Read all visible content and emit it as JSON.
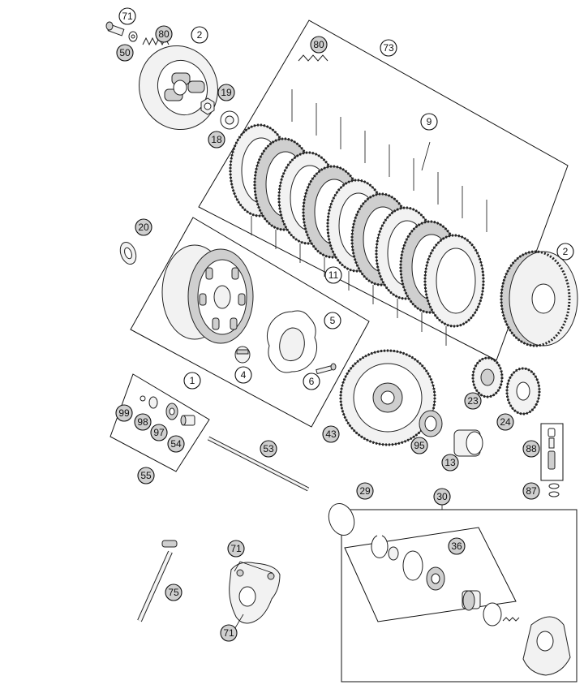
{
  "diagram": {
    "callouts": [
      {
        "id": "c71a",
        "label": "71",
        "filled": false
      },
      {
        "id": "c80a",
        "label": "80",
        "filled": true
      },
      {
        "id": "c2a",
        "label": "2",
        "filled": false
      },
      {
        "id": "c50",
        "label": "50",
        "filled": true
      },
      {
        "id": "c19",
        "label": "19",
        "filled": true
      },
      {
        "id": "c18",
        "label": "18",
        "filled": true
      },
      {
        "id": "c80b",
        "label": "80",
        "filled": true
      },
      {
        "id": "c73",
        "label": "73",
        "filled": false
      },
      {
        "id": "c9",
        "label": "9",
        "filled": false
      },
      {
        "id": "c20",
        "label": "20",
        "filled": true
      },
      {
        "id": "c11",
        "label": "11",
        "filled": false
      },
      {
        "id": "c2b",
        "label": "2",
        "filled": false
      },
      {
        "id": "c5",
        "label": "5",
        "filled": false
      },
      {
        "id": "c4",
        "label": "4",
        "filled": false
      },
      {
        "id": "c6",
        "label": "6",
        "filled": false
      },
      {
        "id": "c1",
        "label": "1",
        "filled": false
      },
      {
        "id": "c99",
        "label": "99",
        "filled": true
      },
      {
        "id": "c98",
        "label": "98",
        "filled": true
      },
      {
        "id": "c97",
        "label": "97",
        "filled": true
      },
      {
        "id": "c54",
        "label": "54",
        "filled": true
      },
      {
        "id": "c55",
        "label": "55",
        "filled": true
      },
      {
        "id": "c53",
        "label": "53",
        "filled": true
      },
      {
        "id": "c43",
        "label": "43",
        "filled": true
      },
      {
        "id": "c23",
        "label": "23",
        "filled": true
      },
      {
        "id": "c24",
        "label": "24",
        "filled": true
      },
      {
        "id": "c95",
        "label": "95",
        "filled": true
      },
      {
        "id": "c13",
        "label": "13",
        "filled": true
      },
      {
        "id": "c88",
        "label": "88",
        "filled": true
      },
      {
        "id": "c87",
        "label": "87",
        "filled": true
      },
      {
        "id": "c29",
        "label": "29",
        "filled": true
      },
      {
        "id": "c30",
        "label": "30",
        "filled": true
      },
      {
        "id": "c36",
        "label": "36",
        "filled": true
      },
      {
        "id": "c71b",
        "label": "71",
        "filled": true
      },
      {
        "id": "c75",
        "label": "75",
        "filled": true
      },
      {
        "id": "c71c",
        "label": "71",
        "filled": true
      }
    ]
  }
}
